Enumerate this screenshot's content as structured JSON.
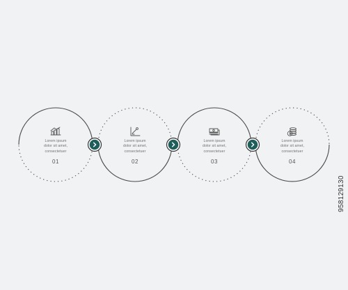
{
  "colors": {
    "background": "#f1f2f4",
    "ring_line": "#4a4a4a",
    "dot": "#555555",
    "accent": "#1f5e5a",
    "accent_ring": "#333333",
    "icon": "#555555",
    "text": "#6f6f6f"
  },
  "steps": [
    {
      "number": "01",
      "icon": "building-chart-icon",
      "lines": [
        "Lorem ipsum",
        "dolor sit amet,",
        "consectetuer"
      ],
      "arc_style": "solid-top"
    },
    {
      "number": "02",
      "icon": "line-graph-icon",
      "lines": [
        "Lorem ipsum",
        "dolor sit amet,",
        "consectetuer"
      ],
      "arc_style": "solid-bottom"
    },
    {
      "number": "03",
      "icon": "money-stack-icon",
      "lines": [
        "Lorem ipsum",
        "dolor sit amet,",
        "consectetuer"
      ],
      "arc_style": "solid-top"
    },
    {
      "number": "04",
      "icon": "coins-icon",
      "lines": [
        "Lorem ipsum",
        "dolor sit amet,",
        "consectetuer"
      ],
      "arc_style": "solid-bottom"
    }
  ],
  "connectors": [
    {
      "icon": "chevron-right-icon"
    },
    {
      "icon": "chevron-right-icon"
    },
    {
      "icon": "chevron-right-icon"
    }
  ],
  "watermark": "958129130"
}
